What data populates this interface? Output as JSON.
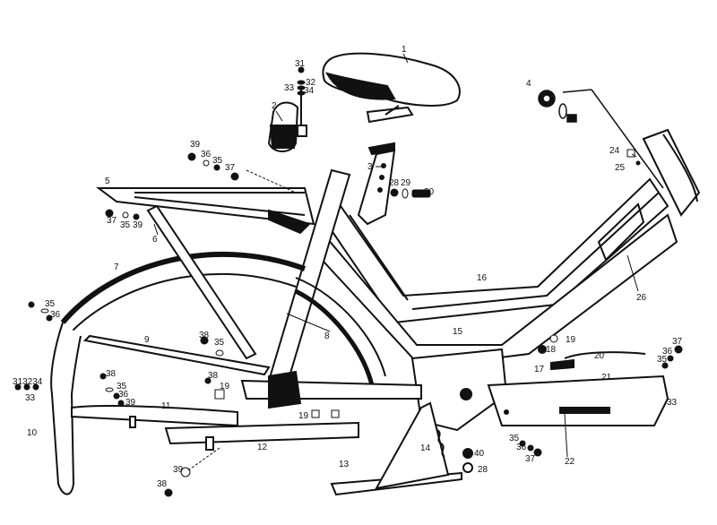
{
  "colors": {
    "ink": "#111111",
    "paper": "#ffffff"
  },
  "callouts": {
    "c1": "1",
    "c2": "2",
    "c3": "3",
    "c4": "4",
    "c5": "5",
    "c6": "6",
    "c7": "7",
    "c8": "8",
    "c9": "9",
    "c10": "10",
    "c11": "11",
    "c12": "12",
    "c13": "13",
    "c14": "14",
    "c15": "15",
    "c16": "16",
    "c17": "17",
    "c18": "18",
    "c19": "19",
    "c20": "20",
    "c21": "21",
    "c22": "22",
    "c24": "24",
    "c25": "25",
    "c26": "26",
    "c28": "28",
    "c29": "29",
    "c30": "30",
    "c31": "31",
    "c32": "32",
    "c33": "33",
    "c34": "34",
    "c35": "35",
    "c36": "36",
    "c37": "37",
    "c38": "38",
    "c39": "39",
    "c40": "40",
    "left_group": "313234"
  }
}
